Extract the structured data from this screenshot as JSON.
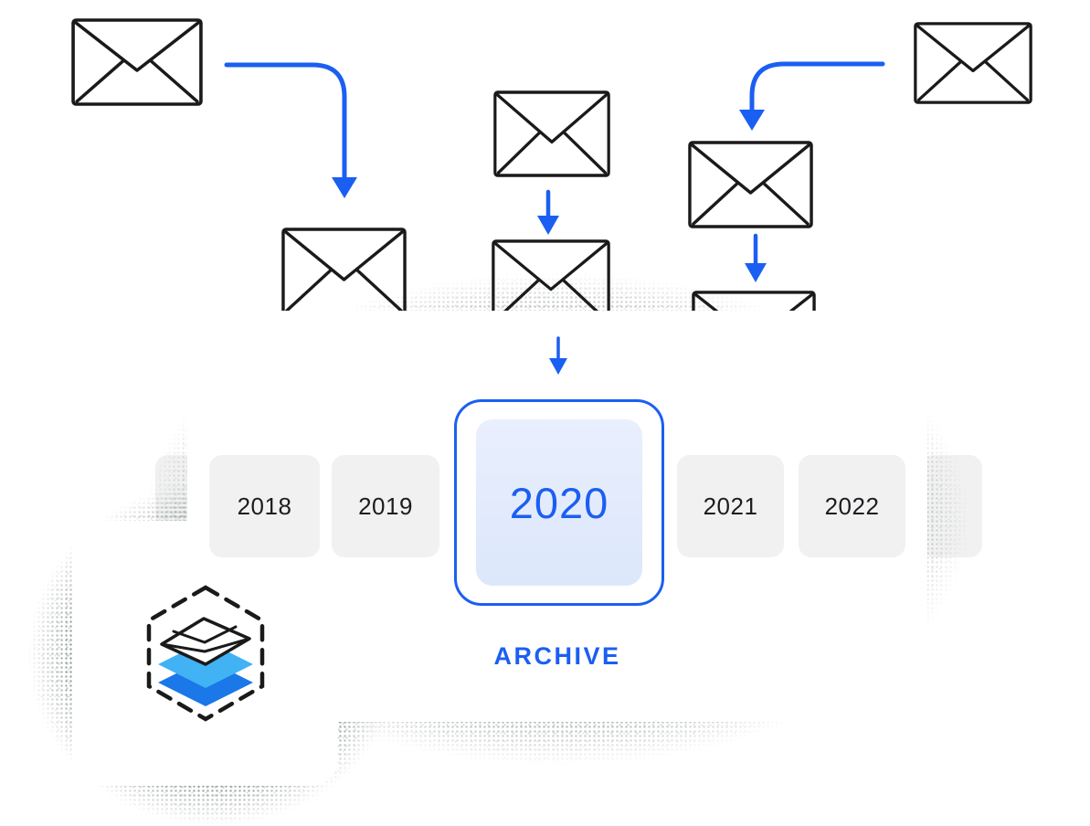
{
  "colors": {
    "accent": "#1b5ff2",
    "badge_bg": "#f1f1f2",
    "selected_bg_top": "#e9effd",
    "selected_bg_bottom": "#dce7fb",
    "envelope_stroke": "#1a1a1a",
    "logo_light_blue": "#41b2f4",
    "logo_dark_blue": "#1a78e8"
  },
  "timeline": {
    "years": [
      {
        "label": "2018",
        "selected": false
      },
      {
        "label": "2019",
        "selected": false
      },
      {
        "label": "2020",
        "selected": true
      },
      {
        "label": "2021",
        "selected": false
      },
      {
        "label": "2022",
        "selected": false
      }
    ],
    "action_label": "ARCHIVE"
  }
}
